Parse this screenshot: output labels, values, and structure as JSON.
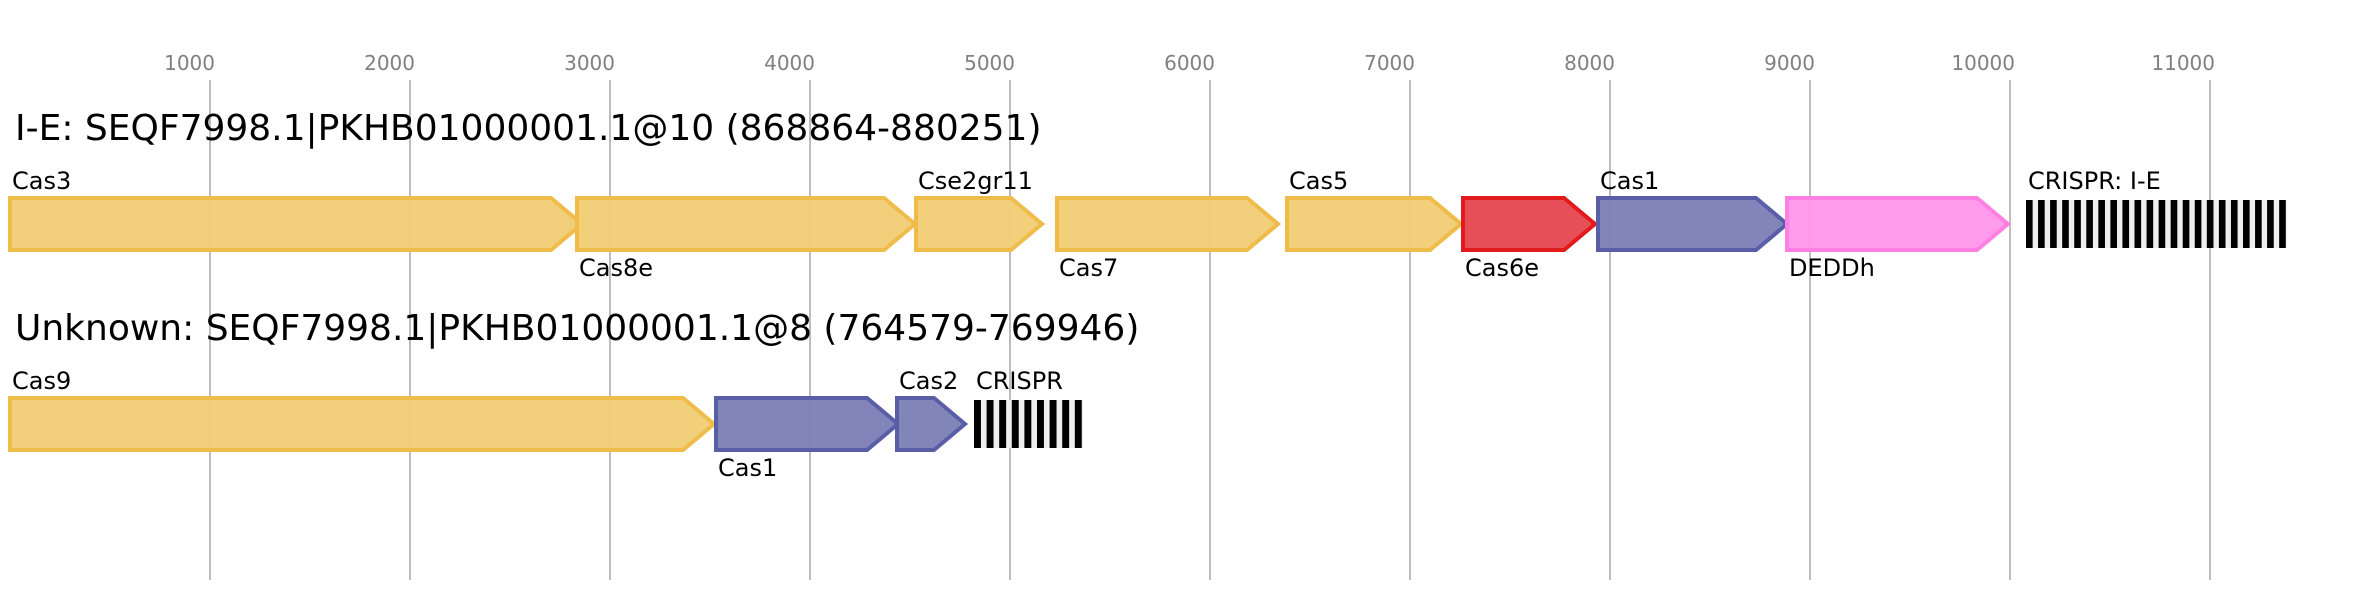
{
  "chart_data": {
    "type": "gene-cluster-map",
    "axis": {
      "ticks": [
        1000,
        2000,
        3000,
        4000,
        5000,
        6000,
        7000,
        8000,
        9000,
        10000,
        11000
      ],
      "tick_labels": [
        "1000",
        "2000",
        "3000",
        "4000",
        "5000",
        "6000",
        "7000",
        "8000",
        "9000",
        "10000",
        "11000"
      ],
      "unit": "bp",
      "gridlines": true
    },
    "tracks": [
      {
        "title": "I-E: SEQF7998.1|PKHB01000001.1@10 (868864-880251)",
        "features": [
          {
            "kind": "gene",
            "label": "Cas3",
            "start": 0,
            "end": 2860,
            "strand": "+",
            "color": "gold",
            "label_pos": "above"
          },
          {
            "kind": "gene",
            "label": "Cas8e",
            "start": 2835,
            "end": 4525,
            "strand": "+",
            "color": "gold",
            "label_pos": "below"
          },
          {
            "kind": "gene",
            "label": "Cse2gr11",
            "start": 4530,
            "end": 5160,
            "strand": "+",
            "color": "gold",
            "label_pos": "above"
          },
          {
            "kind": "gene",
            "label": "Cas7",
            "start": 5235,
            "end": 6340,
            "strand": "+",
            "color": "gold",
            "label_pos": "below"
          },
          {
            "kind": "gene",
            "label": "Cas5",
            "start": 6385,
            "end": 7255,
            "strand": "+",
            "color": "gold",
            "label_pos": "above"
          },
          {
            "kind": "gene",
            "label": "Cas6e",
            "start": 7265,
            "end": 7925,
            "strand": "+",
            "color": "red",
            "label_pos": "below"
          },
          {
            "kind": "gene",
            "label": "Cas1",
            "start": 7940,
            "end": 8885,
            "strand": "+",
            "color": "blue",
            "label_pos": "above"
          },
          {
            "kind": "gene",
            "label": "DEDDh",
            "start": 8885,
            "end": 9990,
            "strand": "+",
            "color": "pink",
            "label_pos": "below"
          },
          {
            "kind": "crispr",
            "label": "CRISPR: I-E",
            "start": 10080,
            "end": 11385,
            "repeats": 22,
            "label_pos": "above"
          }
        ]
      },
      {
        "title": "Unknown: SEQF7998.1|PKHB01000001.1@8 (764579-769946)",
        "features": [
          {
            "kind": "gene",
            "label": "Cas9",
            "start": 0,
            "end": 3520,
            "strand": "+",
            "color": "gold",
            "label_pos": "above"
          },
          {
            "kind": "gene",
            "label": "Cas1",
            "start": 3530,
            "end": 4440,
            "strand": "+",
            "color": "blue",
            "label_pos": "below"
          },
          {
            "kind": "gene",
            "label": "Cas2",
            "start": 4435,
            "end": 4775,
            "strand": "+",
            "color": "blue",
            "label_pos": "above"
          },
          {
            "kind": "crispr",
            "label": "CRISPR",
            "start": 4820,
            "end": 5365,
            "repeats": 9,
            "label_pos": "above"
          }
        ]
      }
    ]
  },
  "palette": {
    "gold": {
      "fill": "#f1cc74",
      "stroke": "#efbc49"
    },
    "red": {
      "fill": "#e5444f",
      "stroke": "#e31a1c"
    },
    "blue": {
      "fill": "#7b7eb6",
      "stroke": "#5a5ea6"
    },
    "pink": {
      "fill": "#ff96e9",
      "stroke": "#ff80e2"
    },
    "crispr_repeat": "#000000",
    "crispr_spacer": "#efefef",
    "grid": "#bdbdbd",
    "tick_text": "#808080"
  }
}
